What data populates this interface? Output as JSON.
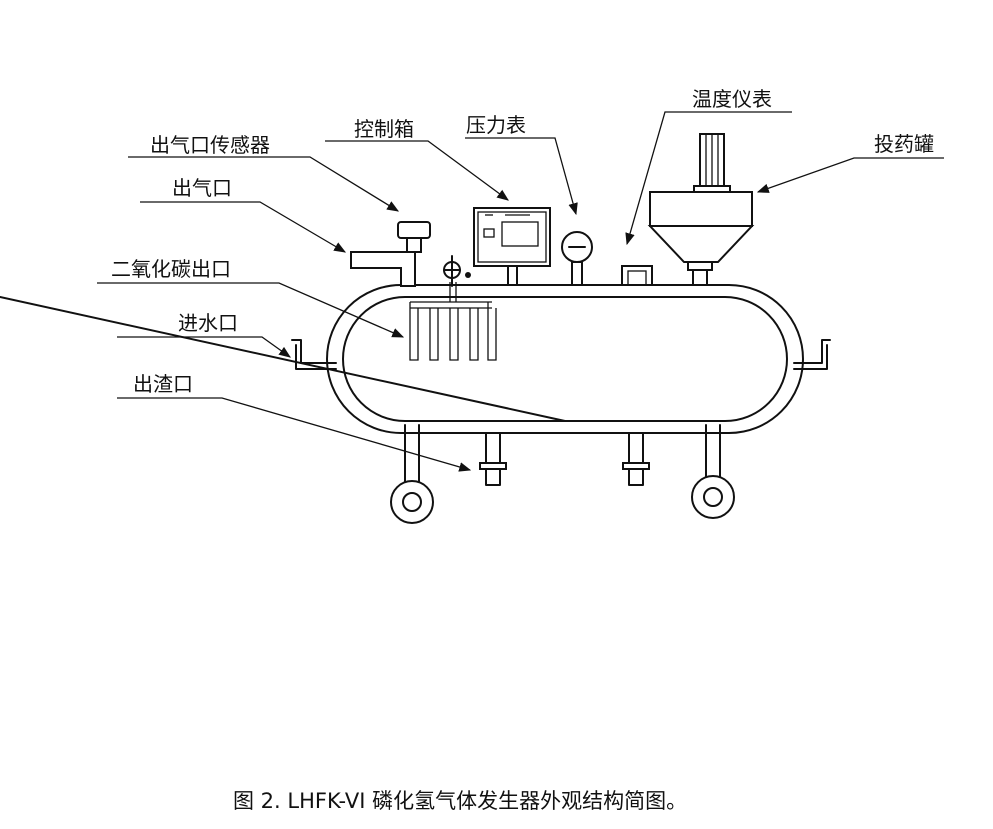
{
  "labels": {
    "outlet_sensor": "出气口传感器",
    "control_box": "控制箱",
    "pressure_gauge": "压力表",
    "thermometer": "温度仪表",
    "dosing_tank": "投药罐",
    "gas_outlet": "出气口",
    "co2_outlet": "二氧化碳出口",
    "water_inlet": "进水口",
    "slag_outlet": "出渣口"
  },
  "caption": "图 2. LHFK-VI 磷化氢气体发生器外观结构简图。"
}
